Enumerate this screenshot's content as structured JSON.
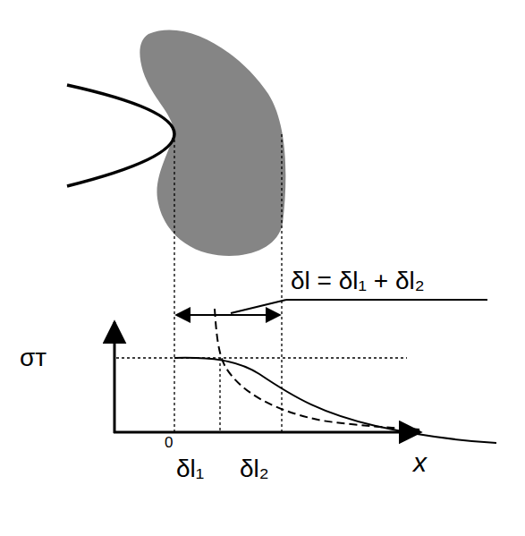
{
  "diagram": {
    "labels": [
      "δl = δl₁ + δl₂",
      "σт",
      "0",
      "δl₁",
      "δl₂",
      "x"
    ]
  }
}
